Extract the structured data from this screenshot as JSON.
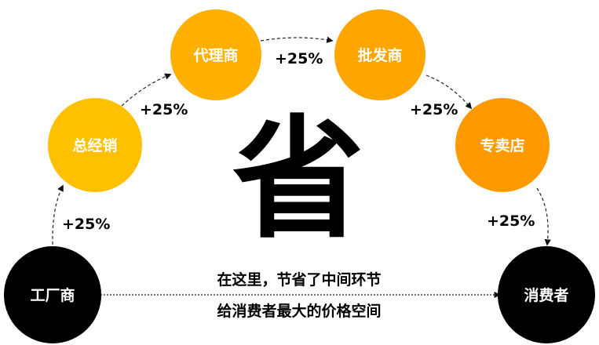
{
  "nodes": {
    "factory": {
      "label": "工厂商",
      "color": "#000000"
    },
    "distributor": {
      "label": "总经销",
      "color": "#FFC000"
    },
    "agent": {
      "label": "代理商",
      "color": "#FFB000"
    },
    "wholesaler": {
      "label": "批发商",
      "color": "#FFA500"
    },
    "store": {
      "label": "专卖店",
      "color": "#FF9900"
    },
    "consumer": {
      "label": "消费者",
      "color": "#000000"
    }
  },
  "markups": {
    "factory_to_distributor": "+25%",
    "distributor_to_agent": "+25%",
    "agent_to_wholesaler": "+25%",
    "wholesaler_to_store": "+25%",
    "store_to_consumer": "+25%"
  },
  "center_char": "省",
  "caption": {
    "line1": "在这里，节省了中间环节",
    "line2": "给消费者最大的价格空间"
  }
}
